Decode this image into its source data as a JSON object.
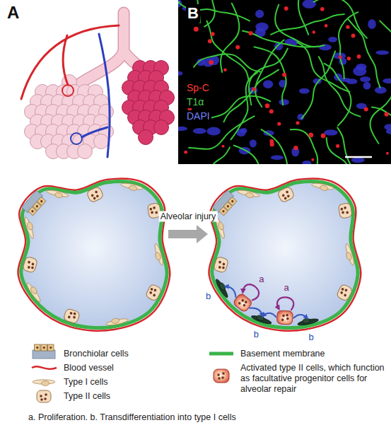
{
  "diagram": {
    "caption": "a. Proliferation. b. Transdifferentiation into type I cells",
    "labels": [
      "A",
      "B",
      "Sp-C",
      "T1α",
      "DAPI",
      "Alveolar injury",
      "a",
      "a",
      "b",
      "b",
      "b"
    ],
    "legend": [
      {
        "text": "Bronchiolar cells"
      },
      {
        "text": "Blood vessel"
      },
      {
        "text": "Type I cells"
      },
      {
        "text": "Type II cells"
      },
      {
        "text": "Basement membrane"
      },
      {
        "text": "Activated type II cells, which function as facultative progenitor cells for alveolar repair"
      }
    ]
  }
}
